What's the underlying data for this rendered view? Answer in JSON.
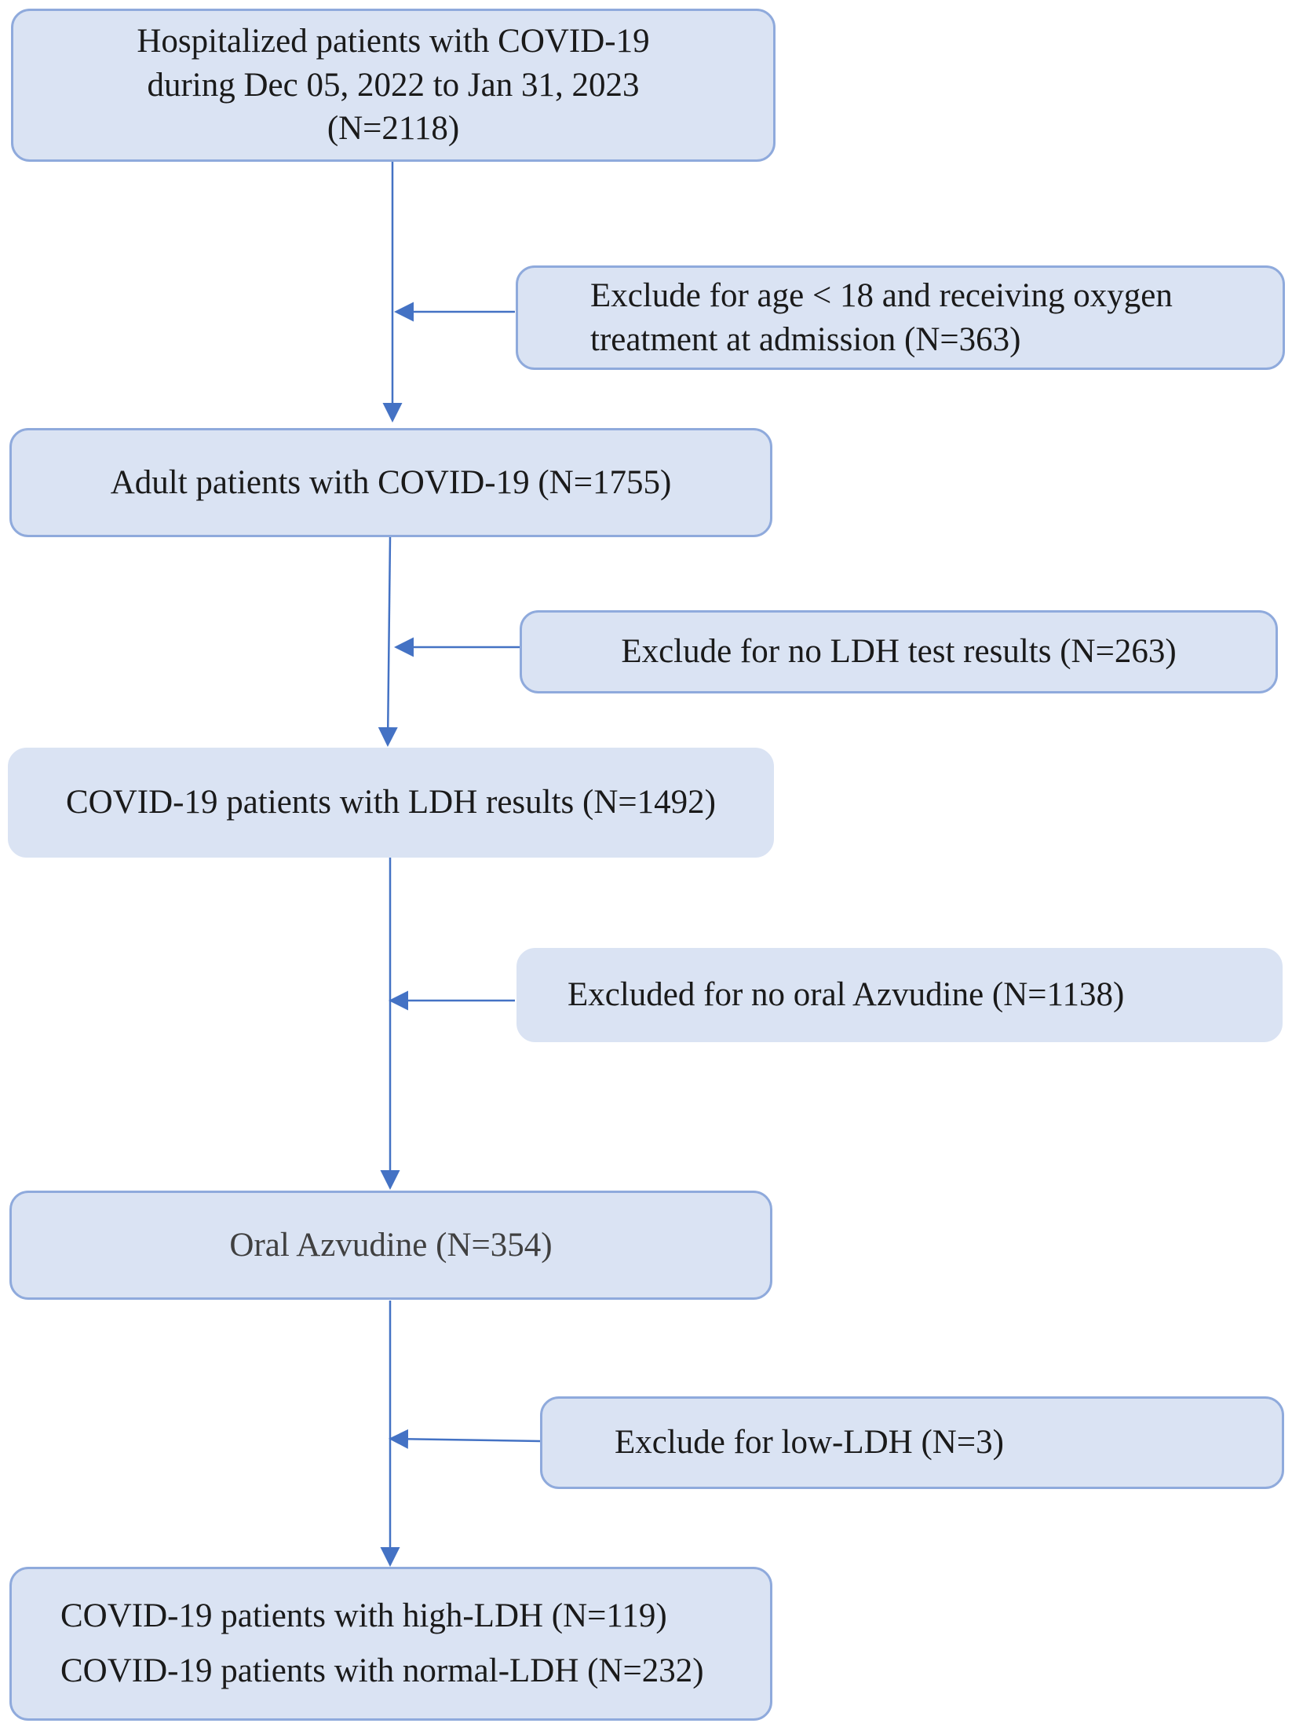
{
  "boxes": {
    "start": [
      "Hospitalized patients with COVID-19",
      "during Dec 05, 2022 to Jan 31, 2023",
      "(N=2118)"
    ],
    "exclude_age": [
      "Exclude for age < 18 and receiving oxygen",
      "treatment at admission (N=363)"
    ],
    "adult": "Adult patients with COVID-19 (N=1755)",
    "exclude_ldh_test": "Exclude for no LDH test results (N=263)",
    "ldh_results": "COVID-19 patients with LDH results (N=1492)",
    "exclude_azvudine": "Excluded for no oral Azvudine (N=1138)",
    "oral_azvudine": "Oral Azvudine (N=354)",
    "exclude_low_ldh": "Exclude for low-LDH (N=3)",
    "final": [
      "COVID-19 patients with high-LDH (N=119)",
      "COVID-19 patients with normal-LDH (N=232)"
    ]
  },
  "colors": {
    "box_fill": "#dae3f3",
    "box_border": "#8faadc",
    "arrow": "#4472c4"
  }
}
